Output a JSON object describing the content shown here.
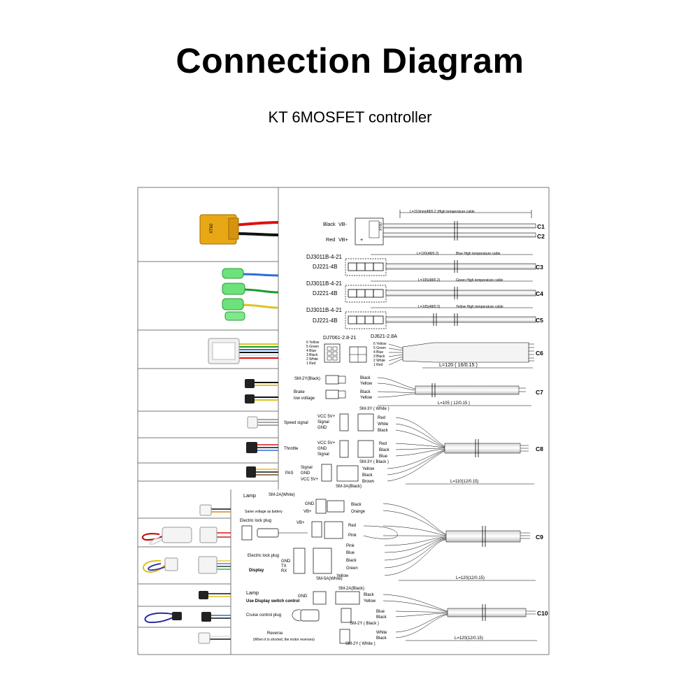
{
  "header": {
    "title": "Connection Diagram",
    "subtitle": "KT 6MOSFET controller"
  },
  "c1c2": {
    "black": "Black",
    "vb_minus": "VB-",
    "red": "Red",
    "vb_plus": "VB+",
    "plus": "+",
    "connector": "XT60",
    "length": "L=110mm(48/0.2 )High temperature cable",
    "id1": "C1",
    "id2": "C2"
  },
  "c3": {
    "model1": "DJ3011B-4-21",
    "model2": "DJ221-4B",
    "length": "L=120(48/0.2)",
    "desc": "Blue High temperature cable",
    "id": "C3"
  },
  "c4": {
    "model1": "DJ3011B-4-21",
    "model2": "DJ221-4B",
    "length": "L=105(48/0.2)",
    "desc": "Green High temperature cable",
    "id": "C4"
  },
  "c5": {
    "model1": "DJ3011B-4-21",
    "model2": "DJ221-4B",
    "length": "L=105(48/0.2)",
    "desc": "Yellow High temperature cable",
    "id": "C5"
  },
  "c6": {
    "model_left": "DJ7061-2.8-21",
    "model_right": "DJ621-2.8A",
    "pins": [
      "6 Yellow",
      "5 Green",
      "4 Blue",
      "3 Black",
      "2 White",
      "1 Red"
    ],
    "length": "L=120 ( 16/0.15 )",
    "id": "C6"
  },
  "c7": {
    "connector": "SM-2Y(Black)",
    "brake_1": "Brake",
    "brake_2": "low voltage",
    "w1": "Black",
    "w2": "Yellow",
    "w3": "Black",
    "w4": "Yellow",
    "length": "L=105 ( 12/0.15 )",
    "id": "C7"
  },
  "c8": {
    "top_conn": "SM-3Y ( White )",
    "mid_conn": "SM-3Y ( Black )",
    "bot_conn": "SM-3A(Black)",
    "speed": "Speed signal",
    "vcc": "VCC 5V+",
    "signal": "Signal",
    "gnd": "GND",
    "throttle": "Throttle",
    "pas": "PAS",
    "speed_wires": [
      "Red",
      "White",
      "Black"
    ],
    "throttle_wires": [
      "Red",
      "Black",
      "Blue"
    ],
    "pas_wires": [
      "Yellow",
      "Black",
      "Brown"
    ],
    "length": "L=110(12/0.15)",
    "id": "C8"
  },
  "c9": {
    "lamp": "Lamp",
    "lamp_conn": "SM-2A(White)",
    "gnd": "GND",
    "same_voltage": "Same voltage as battery",
    "vb_plus": "VB+",
    "black": "Black",
    "orange": "Orange",
    "lock": "Electric lock plug",
    "red": "Red",
    "pink": "Pink",
    "lock2": "Electric lock plug",
    "display": "Display",
    "tx": "TX",
    "rx": "RX",
    "display_wires": [
      "Pink",
      "Blue",
      "Black",
      "Green",
      "Yellow"
    ],
    "display_conn": "SM-5A(White)",
    "length": "L=120(12/0.15)",
    "id": "C9"
  },
  "c10": {
    "lamp": "Lamp",
    "switch": "Use Display switch control",
    "lamp_conn": "SM-2A(Black)",
    "gnd": "GND",
    "black": "Black",
    "yellow": "Yellow",
    "cruise": "Cruise control plug",
    "blue": "Blue",
    "black2": "Black",
    "cruise_conn": "SM-2Y ( Black )",
    "reverse": "Reverse",
    "reverse_note": "(When it is shorted, the motor reverses)",
    "white": "White",
    "black3": "Black",
    "reverse_conn": "SM-2Y ( White )",
    "length": "L=120(12/0.15)",
    "id": "C10"
  }
}
